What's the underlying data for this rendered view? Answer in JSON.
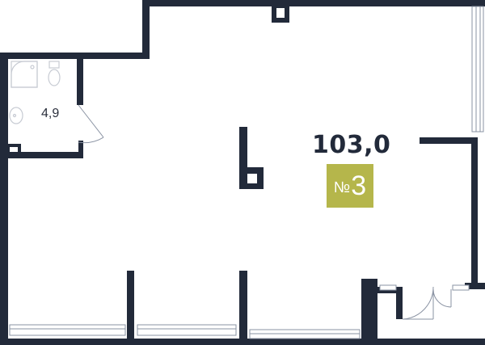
{
  "floor_plan": {
    "unit_area": "103,0",
    "bathroom_area": "4,9",
    "unit_number": {
      "prefix": "№",
      "value": "3"
    }
  },
  "colors": {
    "wall": "#222a3a",
    "window": "#8a93a3",
    "badge": "#b5b64b",
    "fixture": "#c7cbd3"
  }
}
